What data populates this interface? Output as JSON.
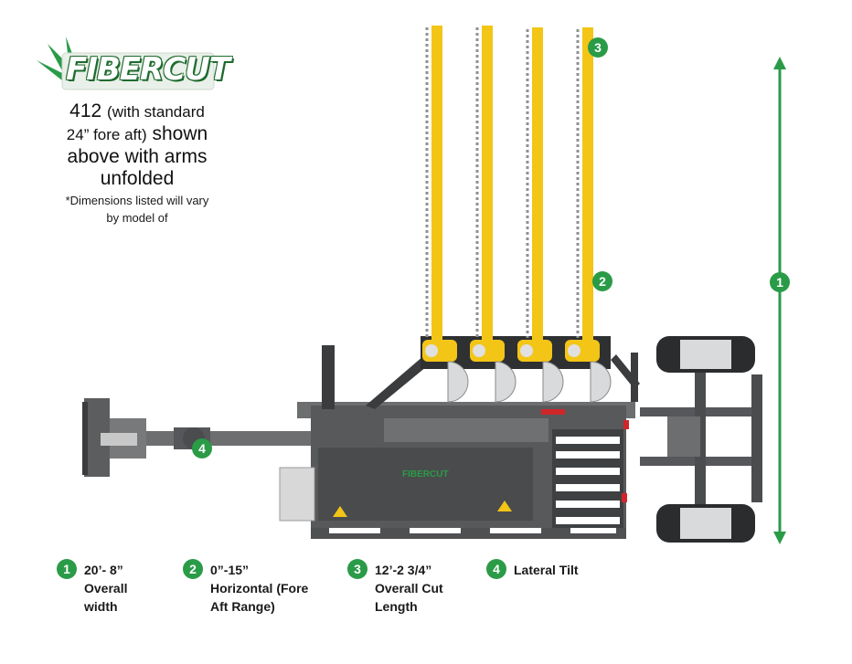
{
  "logo": {
    "brand": "FIBERCUT",
    "text_display": "FIBERCUT"
  },
  "caption": {
    "line1_model": "412",
    "line1_rest": "(with standard",
    "line2_a": "24” fore aft)",
    "line2_b": "shown",
    "line3": "above with arms",
    "line4": "unfolded",
    "note1": "*Dimensions listed will vary",
    "note2": "by model of"
  },
  "callouts": [
    "1",
    "2",
    "3",
    "4"
  ],
  "legend": [
    {
      "num": "1",
      "lines": [
        "20’- 8”",
        "Overall",
        "width"
      ]
    },
    {
      "num": "2",
      "lines": [
        "0”-15”",
        "Horizontal (Fore",
        "Aft Range)"
      ]
    },
    {
      "num": "3",
      "lines": [
        "12’-2 3/4”",
        "Overall Cut",
        "Length"
      ]
    },
    {
      "num": "4",
      "lines": [
        "Lateral Tilt"
      ]
    }
  ],
  "machine_label": "FIBERCUT",
  "colors": {
    "green": "#2a9b47",
    "yellow": "#f3c516",
    "steel": "#6c6e70",
    "dark": "#3a3c3e"
  },
  "icons": [
    "hemp-leaf-icon",
    "dimension-arrow-icon",
    "warning-triangle-icon"
  ]
}
